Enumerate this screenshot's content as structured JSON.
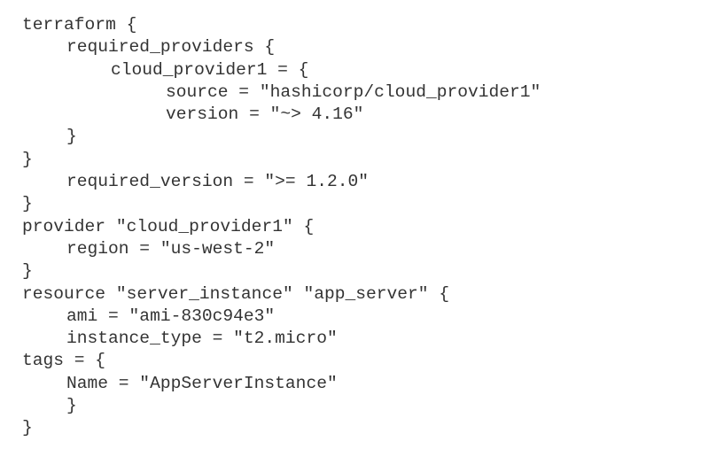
{
  "code_lines": [
    "terraform {",
    "required_providers {",
    "cloud_provider1 = {",
    "source = \"hashicorp/cloud_provider1\"",
    "version = \"~> 4.16\"",
    "}",
    "}",
    "required_version = \">= 1.2.0\"",
    "}",
    "provider \"cloud_provider1\" {",
    "region = \"us-west-2\"",
    "}",
    "resource \"server_instance\" \"app_server\" {",
    "ami = \"ami-830c94e3\"",
    "instance_type = \"t2.micro\"",
    "tags = {",
    "Name = \"AppServerInstance\"",
    "}",
    "}"
  ]
}
